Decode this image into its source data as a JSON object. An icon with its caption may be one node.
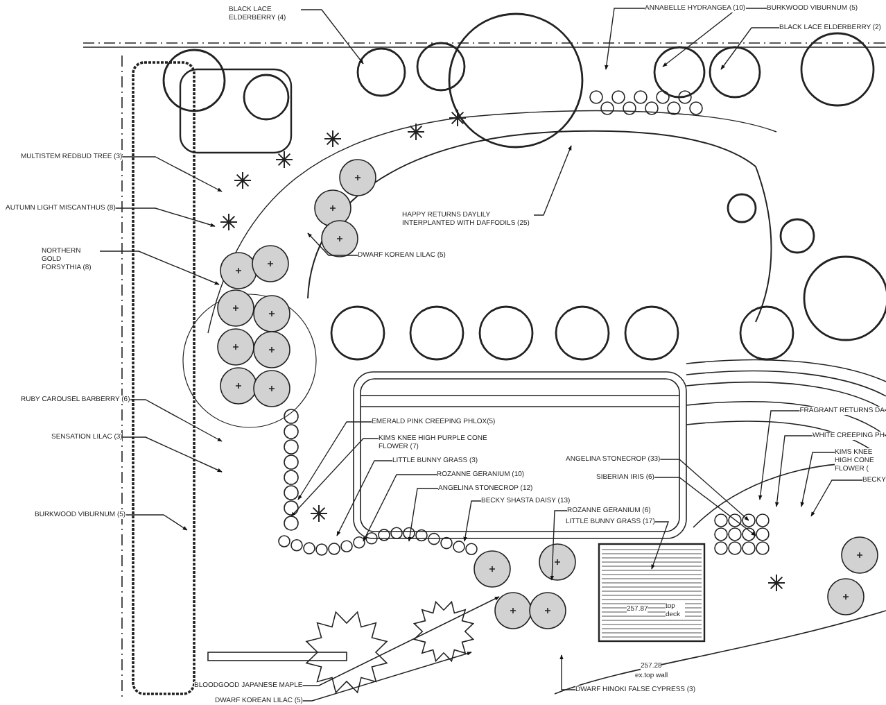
{
  "diagram": {
    "nodes": [
      {
        "text": [
          "BLACK LACE ELDERBERRY (4)"
        ]
      },
      {
        "text": [
          "ANNABELLE HYDRANGEA (10)"
        ]
      },
      {
        "text": [
          "BURKWOOD VIBURNUM (5)"
        ]
      },
      {
        "text": [
          "BLACK LACE ELDERBERRY (2)"
        ]
      },
      {
        "text": [
          "MULTISTEM REDBUD TREE (3)"
        ]
      },
      {
        "text": [
          "AUTUMN LIGHT MISCANTHUS (8)"
        ]
      },
      {
        "text": [
          "NORTHERN GOLD FORSYTHIA (8)"
        ]
      },
      {
        "text": [
          "HAPPY RETURNS DAYLILY INTERPLANTED WITH DAFFODILS (25)"
        ]
      },
      {
        "text": [
          "DWARF KOREAN LILAC (5)"
        ]
      },
      {
        "text": [
          "RUBY CAROUSEL BARBERRY (6)"
        ]
      },
      {
        "text": [
          "SENSATION LILAC (3)"
        ]
      },
      {
        "text": [
          "BURKWOOD VIBURNUM (5)"
        ]
      },
      {
        "text": [
          "EMERALD PINK CREEPING PHLOX(5)"
        ]
      },
      {
        "text": [
          "KIMS KNEE HIGH PURPLE CONE FLOWER (7)"
        ]
      },
      {
        "text": [
          "LITTLE BUNNY GRASS (3)"
        ]
      },
      {
        "text": [
          "ROZANNE GERANIUM (10)"
        ]
      },
      {
        "text": [
          "ANGELINA STONECROP (12)"
        ]
      },
      {
        "text": [
          "BECKY SHASTA DAISY (13)"
        ]
      },
      {
        "text": [
          "ANGELINA STONECROP (33)"
        ]
      },
      {
        "text": [
          "SIBERIAN IRIS (6)"
        ]
      },
      {
        "text": [
          "ROZANNE GERANIUM (6)"
        ]
      },
      {
        "text": [
          "LITTLE BUNNY GRASS (17)"
        ]
      },
      {
        "text": [
          "FRAGRANT RETURNS DA"
        ]
      },
      {
        "text": [
          "WHITE CREEPING PH"
        ]
      },
      {
        "text": [
          "KIMS KNEE HIGH CONE FLOWER ("
        ]
      },
      {
        "text": [
          "BECKY"
        ]
      },
      {
        "text": [
          "BLOODGOOD JAPANESE MAPLE"
        ]
      },
      {
        "text": [
          "DWARF KOREAN LILAC (5)"
        ]
      },
      {
        "text": [
          "DWARF HINOKI FALSE CYPRESS (3)"
        ]
      }
    ],
    "edges": [
      {
        "from": 0,
        "to": null,
        "arrow": "to"
      },
      {
        "from": 1,
        "to": null,
        "arrow": "to"
      },
      {
        "from": 2,
        "to": null,
        "arrow": "to"
      },
      {
        "from": 3,
        "to": null,
        "arrow": "to"
      },
      {
        "from": 4,
        "to": null,
        "arrow": "to"
      },
      {
        "from": 5,
        "to": null,
        "arrow": "to"
      },
      {
        "from": 6,
        "to": null,
        "arrow": "to"
      },
      {
        "from": 7,
        "to": null,
        "arrow": "to"
      },
      {
        "from": 8,
        "to": null,
        "arrow": "to"
      },
      {
        "from": 9,
        "to": null,
        "arrow": "to"
      },
      {
        "from": 10,
        "to": null,
        "arrow": "to"
      },
      {
        "from": 11,
        "to": null,
        "arrow": "to"
      },
      {
        "from": 12,
        "to": null,
        "arrow": "to"
      },
      {
        "from": 13,
        "to": null,
        "arrow": "to"
      },
      {
        "from": 14,
        "to": null,
        "arrow": "to"
      },
      {
        "from": 15,
        "to": null,
        "arrow": "to"
      },
      {
        "from": 16,
        "to": null,
        "arrow": "to"
      },
      {
        "from": 17,
        "to": null,
        "arrow": "to"
      },
      {
        "from": 18,
        "to": null,
        "arrow": "to"
      },
      {
        "from": 19,
        "to": null,
        "arrow": "to"
      },
      {
        "from": 20,
        "to": null,
        "arrow": "to"
      },
      {
        "from": 21,
        "to": null,
        "arrow": "to"
      },
      {
        "from": 22,
        "to": null,
        "arrow": "to"
      },
      {
        "from": 23,
        "to": null,
        "arrow": "to"
      },
      {
        "from": 24,
        "to": null,
        "arrow": "to"
      },
      {
        "from": 25,
        "to": null,
        "arrow": "to"
      },
      {
        "from": 26,
        "to": null,
        "arrow": "to"
      },
      {
        "from": 27,
        "to": null,
        "arrow": "to"
      },
      {
        "from": 28,
        "to": null,
        "arrow": "to"
      }
    ],
    "labels": [
      "257.87",
      "top deck",
      "257.28",
      "ex.top wall"
    ]
  }
}
